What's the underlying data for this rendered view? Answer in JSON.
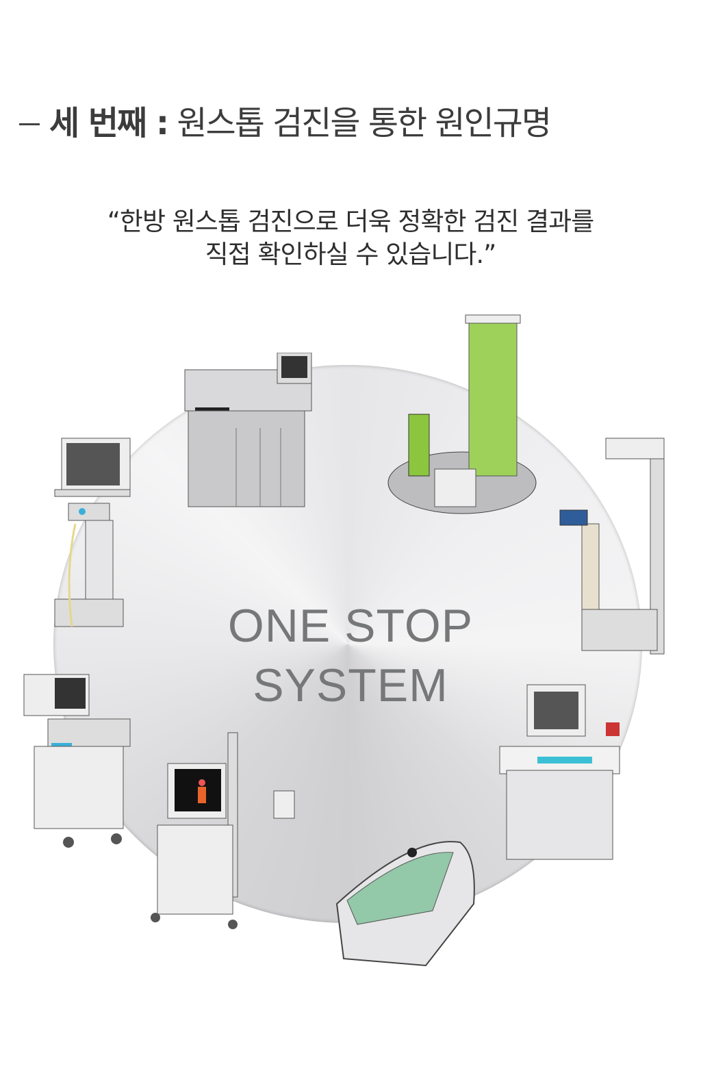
{
  "heading": {
    "prefix": "세 번째 :",
    "text": "원스톱 검진을 통한 원인규명"
  },
  "quote": {
    "line1": "“한방 원스톱 검진으로 더욱 정확한 검진 결과를",
    "line2": "직접 확인하실 수 있습니다.”"
  },
  "diagram": {
    "center_line1": "ONE STOP",
    "center_line2": "SYSTEM"
  }
}
